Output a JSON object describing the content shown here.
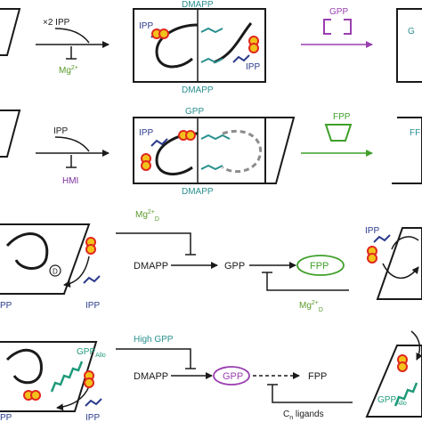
{
  "colors": {
    "black": "#1a1a1a",
    "ipp_blue": "#2b3a8c",
    "dmapp_teal": "#2a8f8f",
    "mg_green": "#5a9a2a",
    "hmi_purple": "#7a2f9a",
    "gpp_purple": "#9a3fb0",
    "fpp_green": "#3fa02a",
    "metal_yellow": "#f2c21b",
    "metal_red": "#e0281e",
    "dashed_gray": "#8c8c8c",
    "allo_teal": "#1f9a7a"
  },
  "row1": {
    "substrate": "×2 IPP",
    "inhibitor": "Mg",
    "inhibitor_sup": "2+",
    "dmapp_top": "DMAPP",
    "dmapp_bottom": "DMAPP",
    "ipp_left": "IPP",
    "ipp_right": "IPP",
    "product_label": "GPP",
    "right_cut": "G"
  },
  "row2": {
    "substrate": "IPP",
    "inhibitor": "HMI",
    "gpp_top": "GPP",
    "ipp_left": "IPP",
    "dmapp_bottom": "DMAPP",
    "product_label": "FPP",
    "right_cut": "FF"
  },
  "row3": {
    "mg_label": "Mg",
    "mg_sup": "2+",
    "mg_sub": "D",
    "substrate": "DMAPP",
    "intermediate": "GPP",
    "product": "FPP",
    "mg_bottom": "Mg",
    "mg_bottom_sup": "2+",
    "mg_bottom_sub": "D",
    "ipp_label": "IPP",
    "left_cut": "PP",
    "ipp_right": "IPP",
    "d_marker": "D"
  },
  "row4": {
    "high_label": "High GPP",
    "substrate": "DMAPP",
    "intermediate": "GPP",
    "product": "FPP",
    "ligands": "C",
    "ligands_sub": "n",
    "ligands_suffix": " ligands",
    "gpp_allo": "GPP",
    "gpp_allo_sub": "Allo",
    "ipp_label": "IPP",
    "left_cut": "PP",
    "gpp_allo_right": "GPP",
    "gpp_allo_right_sub": "Allo"
  }
}
